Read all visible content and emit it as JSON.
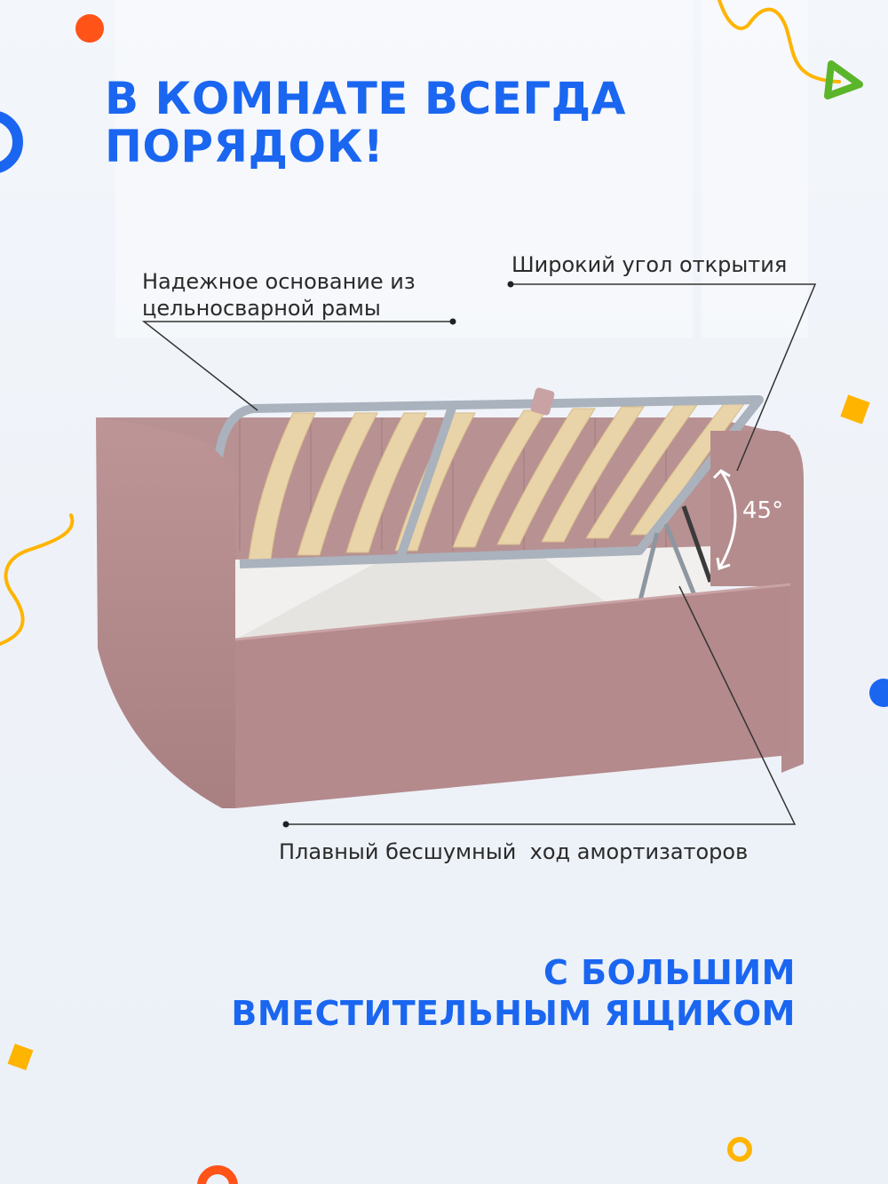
{
  "headline_top": {
    "line1": "В КОМНАТЕ ВСЕГДА",
    "line2": "ПОРЯДОК!"
  },
  "callouts": {
    "frame": {
      "line1": "Надежное основание из",
      "line2": "цельносварной рамы"
    },
    "angle": "Широкий угол открытия",
    "shocks": "Плавный бесшумный  ход амортизаторов"
  },
  "angle_value": "45°",
  "headline_bottom": {
    "line1": "С БОЛЬШИМ",
    "line2": "ВМЕСТИТЕЛЬНЫМ ЯЩИКОМ"
  },
  "colors": {
    "accent_blue": "#1a66f0",
    "orange_red": "#ff5318",
    "yellow": "#ffb400",
    "green": "#5ab52a",
    "bed_pink": "#b48a8c",
    "slat_wood": "#e9d3a8",
    "frame_gray": "#a9b2bd"
  }
}
